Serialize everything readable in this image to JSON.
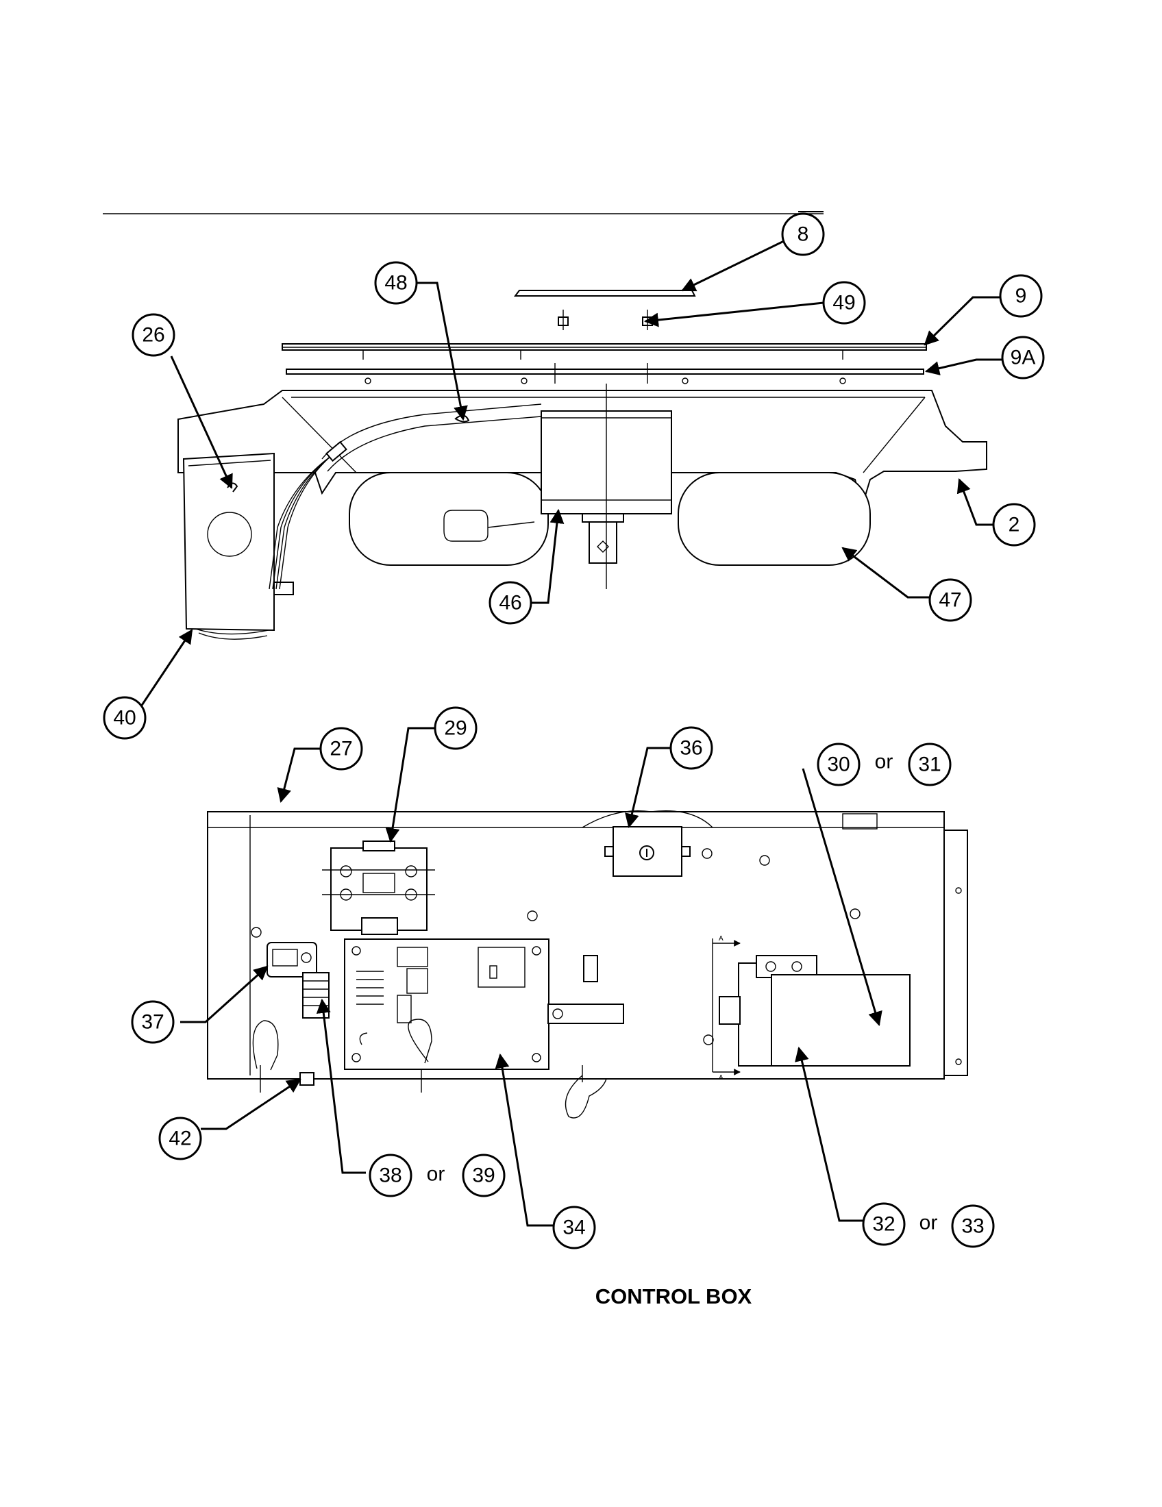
{
  "diagram": {
    "caption": "CONTROL BOX",
    "or_label": "or",
    "section_marker": "A",
    "callouts": [
      {
        "id": "c8",
        "label": "8"
      },
      {
        "id": "c48",
        "label": "48"
      },
      {
        "id": "c49",
        "label": "49"
      },
      {
        "id": "c9",
        "label": "9"
      },
      {
        "id": "c9a",
        "label": "9A"
      },
      {
        "id": "c26",
        "label": "26"
      },
      {
        "id": "c2",
        "label": "2"
      },
      {
        "id": "c46",
        "label": "46"
      },
      {
        "id": "c47",
        "label": "47"
      },
      {
        "id": "c40",
        "label": "40"
      },
      {
        "id": "c27",
        "label": "27"
      },
      {
        "id": "c29",
        "label": "29"
      },
      {
        "id": "c36",
        "label": "36"
      },
      {
        "id": "c30",
        "label": "30"
      },
      {
        "id": "c31",
        "label": "31"
      },
      {
        "id": "c37",
        "label": "37"
      },
      {
        "id": "c42",
        "label": "42"
      },
      {
        "id": "c38",
        "label": "38"
      },
      {
        "id": "c39",
        "label": "39"
      },
      {
        "id": "c34",
        "label": "34"
      },
      {
        "id": "c32",
        "label": "32"
      },
      {
        "id": "c33",
        "label": "33"
      }
    ]
  }
}
